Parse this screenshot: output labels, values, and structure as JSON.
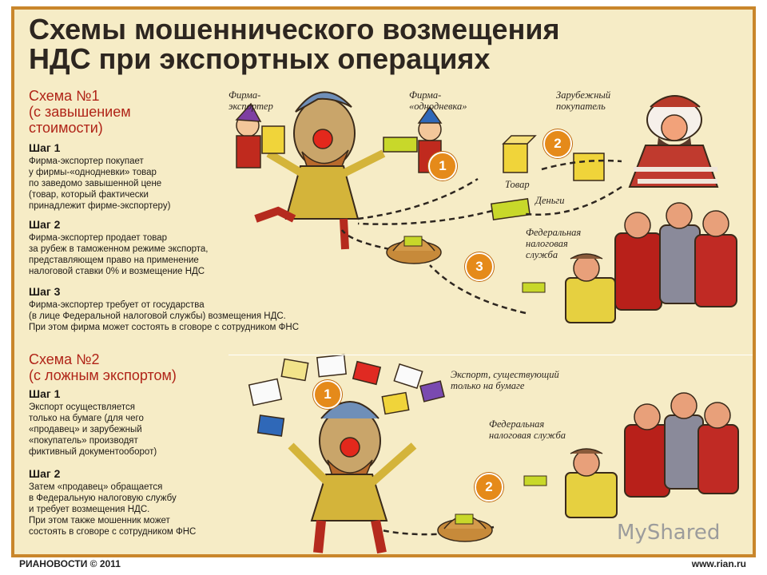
{
  "title_line1": "Схемы мошеннического возмещения",
  "title_line2": "НДС при экспортных операциях",
  "scheme1": {
    "title": "Схема №1",
    "subtitle_line1": "(с завышением",
    "subtitle_line2": "стоимости)",
    "steps": [
      {
        "heading": "Шаг 1",
        "lines": [
          "Фирма-экспортер покупает",
          "у фирмы-«однодневки» товар",
          "по заведомо завышенной цене",
          "(товар, который фактически",
          "принадлежит фирме-экспортеру)"
        ]
      },
      {
        "heading": "Шаг 2",
        "lines": [
          "Фирма-экспортер продает товар",
          "за рубеж в таможенном режиме экспорта,",
          "представляющем право на применение",
          "налоговой ставки 0% и возмещение НДС"
        ]
      },
      {
        "heading": "Шаг 3",
        "lines": [
          "Фирма-экспортер требует от государства",
          "(в лице Федеральной налоговой службы) возмещения НДС.",
          "При этом фирма может состоять в сговоре с сотрудником ФНС"
        ]
      }
    ],
    "captions": {
      "exporter_l1": "Фирма-",
      "exporter_l2": "экспортер",
      "shell_l1": "Фирма-",
      "shell_l2": "«однодневка»",
      "buyer_l1": "Зарубежный",
      "buyer_l2": "покупатель",
      "goods": "Товар",
      "money": "Деньги",
      "tax_l1": "Федеральная",
      "tax_l2": "налоговая",
      "tax_l3": "служба"
    },
    "badges": [
      "1",
      "2",
      "3"
    ]
  },
  "scheme2": {
    "title": "Схема №2",
    "subtitle": "(с ложным экспортом)",
    "steps": [
      {
        "heading": "Шаг 1",
        "lines": [
          "Экспорт осуществляется",
          "только на бумаге (для чего",
          "«продавец» и зарубежный",
          "«покупатель» производят",
          "фиктивный документооборот)"
        ]
      },
      {
        "heading": "Шаг 2",
        "lines": [
          "Затем «продавец» обращается",
          "в Федеральную налоговую службу",
          "и требует возмещения НДС.",
          "При этом также мошенник может",
          "состоять в сговоре с сотрудником ФНС"
        ]
      }
    ],
    "captions": {
      "paper_l1": "Экспорт, существующий",
      "paper_l2": "только на бумаге",
      "tax_l1": "Федеральная",
      "tax_l2": "налоговая служба"
    },
    "badges": [
      "1",
      "2"
    ]
  },
  "footer": {
    "left": "РИАНОВОСТИ © 2011",
    "right": "www.rian.ru"
  },
  "watermark": "MyShared",
  "colors": {
    "accent": "#b02418",
    "badge": "#e58a1a",
    "border": "#c9862b",
    "background": "#f6ecc6"
  }
}
